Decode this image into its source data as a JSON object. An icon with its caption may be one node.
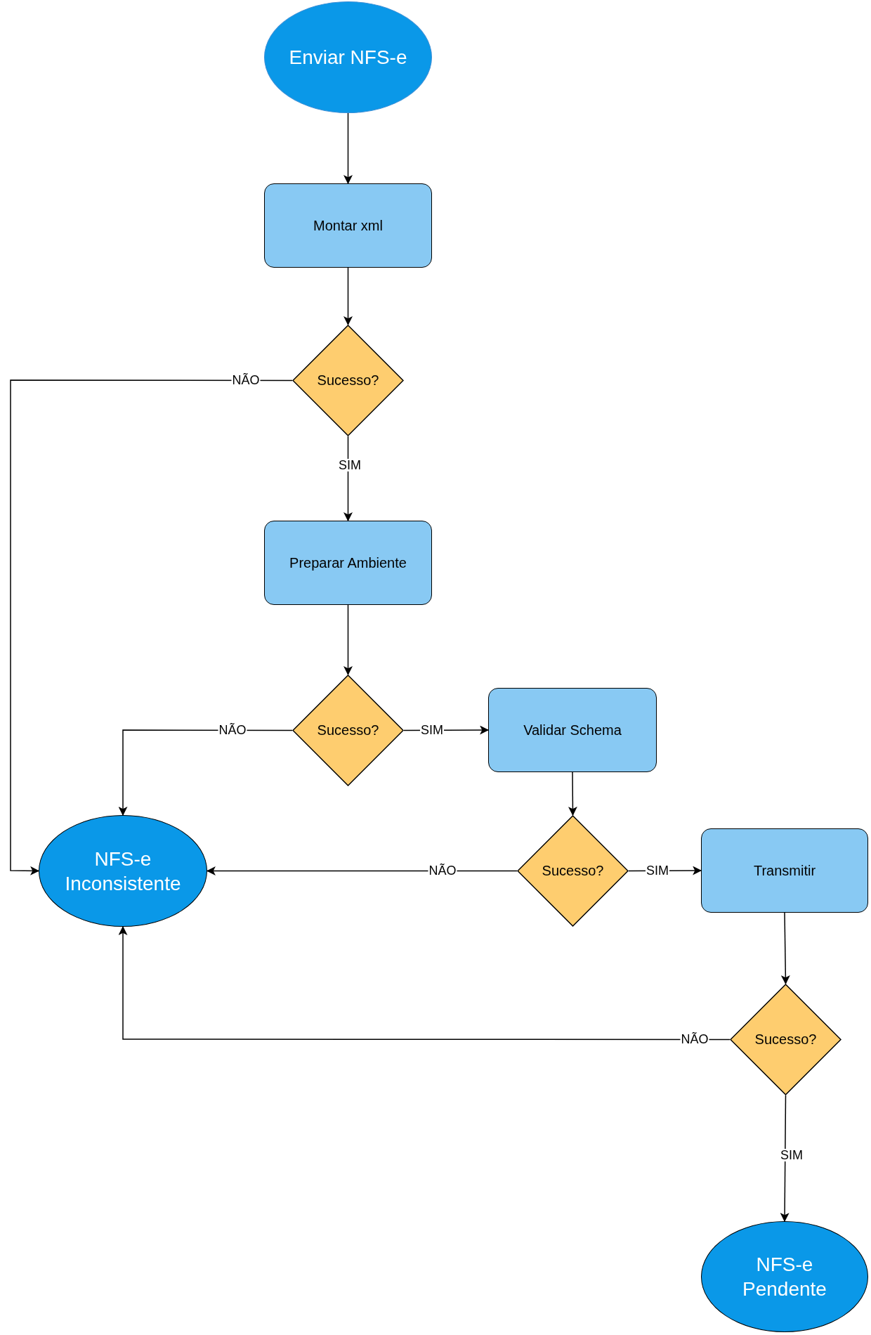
{
  "diagram": {
    "nodes": [
      {
        "text": [
          "Enviar NFS-e"
        ]
      },
      {
        "text": [
          "Montar xml"
        ]
      },
      {
        "text": [
          "Sucesso?"
        ]
      },
      {
        "text": [
          "Preparar Ambiente"
        ]
      },
      {
        "text": [
          "Sucesso?"
        ]
      },
      {
        "text": [
          "Validar Schema"
        ]
      },
      {
        "text": [
          "NFS-e Inconsistente"
        ]
      },
      {
        "text": [
          "Sucesso?"
        ]
      },
      {
        "text": [
          "Transmitir"
        ]
      },
      {
        "text": [
          "Sucesso?"
        ]
      },
      {
        "text": [
          "NFS-e Pendente"
        ]
      }
    ],
    "edges": [
      {
        "from": 0,
        "to": 1,
        "arrow": "to"
      },
      {
        "from": 1,
        "to": 2,
        "arrow": "to"
      },
      {
        "from": 2,
        "to": 6,
        "arrow": "to",
        "label": "NÃO"
      },
      {
        "from": 2,
        "to": 3,
        "arrow": "to",
        "label": "SIM"
      },
      {
        "from": 3,
        "to": 4,
        "arrow": "to"
      },
      {
        "from": 4,
        "to": 6,
        "arrow": "to",
        "label": "NÃO"
      },
      {
        "from": 4,
        "to": 5,
        "arrow": "to",
        "label": "SIM"
      },
      {
        "from": 5,
        "to": 7,
        "arrow": "to"
      },
      {
        "from": 7,
        "to": 6,
        "arrow": "to",
        "label": "NÃO"
      },
      {
        "from": 7,
        "to": 8,
        "arrow": "to",
        "label": "SIM"
      },
      {
        "from": 8,
        "to": 9,
        "arrow": "to"
      },
      {
        "from": 9,
        "to": 6,
        "arrow": "to",
        "label": "NÃO"
      },
      {
        "from": 9,
        "to": 10,
        "arrow": "to",
        "label": "SIM"
      }
    ]
  }
}
